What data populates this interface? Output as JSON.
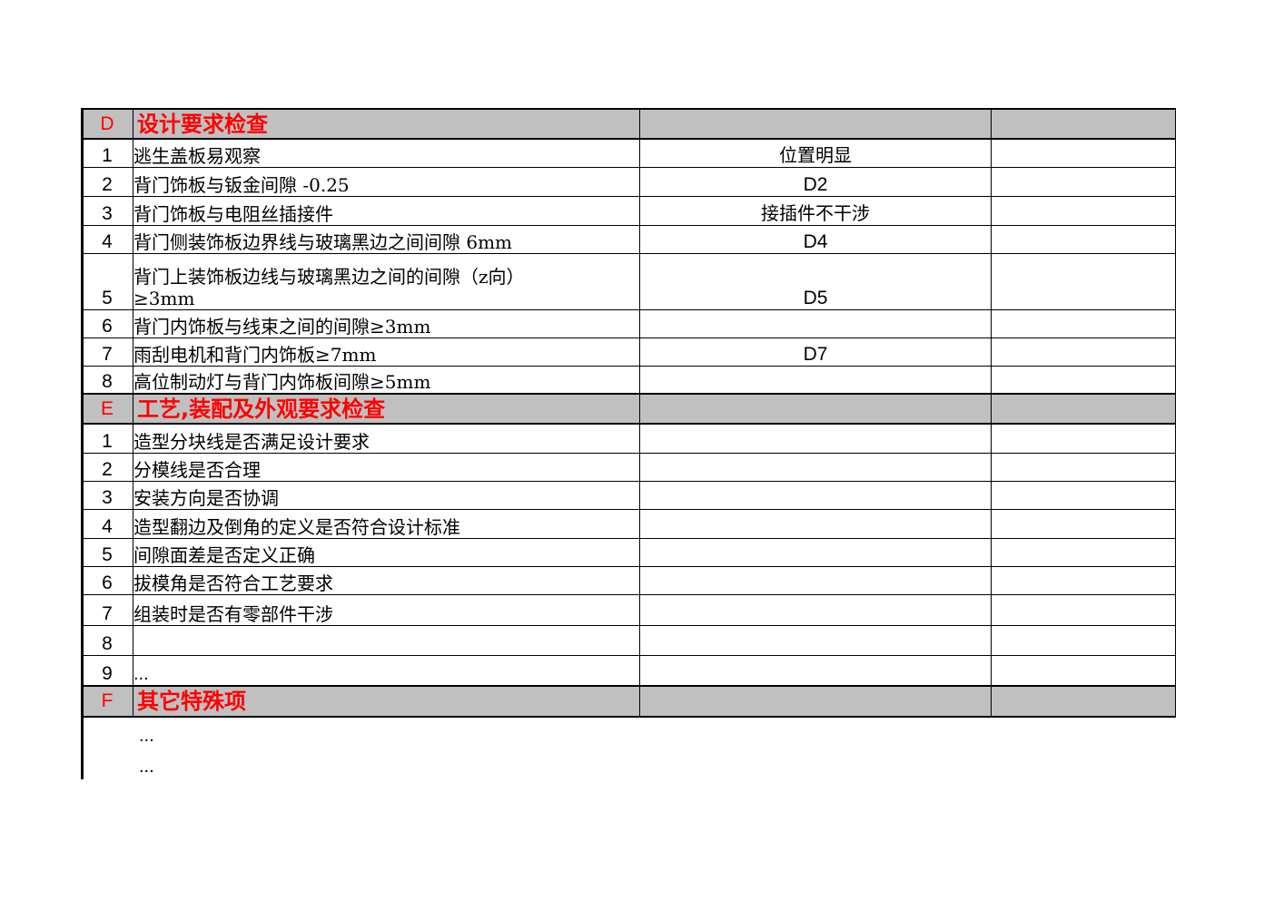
{
  "sections": [
    {
      "id": "D",
      "title": "设计要求检查",
      "rows": [
        {
          "no": "1",
          "item": "逃生盖板易观察",
          "note": "位置明显"
        },
        {
          "no": "2",
          "item": "背门饰板与钣金间隙 -0.25",
          "note": "D2"
        },
        {
          "no": "3",
          "item": "背门饰板与电阻丝插接件",
          "note": "接插件不干涉"
        },
        {
          "no": "4",
          "item": "背门侧装饰板边界线与玻璃黑边之间间隙 6mm",
          "note": "D4"
        },
        {
          "no": "5",
          "item": "背门上装饰板边线与玻璃黑边之间的间隙（z向）≥3mm",
          "note": "D5"
        },
        {
          "no": "6",
          "item": "背门内饰板与线束之间的间隙≥3mm",
          "note": ""
        },
        {
          "no": "7",
          "item": "雨刮电机和背门内饰板≥7mm",
          "note": "D7"
        },
        {
          "no": "8",
          "item": "高位制动灯与背门内饰板间隙≥5mm",
          "note": ""
        }
      ]
    },
    {
      "id": "E",
      "title": "工艺,装配及外观要求检查",
      "rows": [
        {
          "no": "1",
          "item": "造型分块线是否满足设计要求",
          "note": ""
        },
        {
          "no": "2",
          "item": "分模线是否合理",
          "note": ""
        },
        {
          "no": "3",
          "item": "安装方向是否协调",
          "note": ""
        },
        {
          "no": "4",
          "item": "造型翻边及倒角的定义是否符合设计标准",
          "note": ""
        },
        {
          "no": "5",
          "item": "间隙面差是否定义正确",
          "note": ""
        },
        {
          "no": "6",
          "item": "拔模角是否符合工艺要求",
          "note": ""
        },
        {
          "no": "7",
          "item": "组装时是否有零部件干涉",
          "note": ""
        },
        {
          "no": "8",
          "item": "",
          "note": ""
        },
        {
          "no": "9",
          "item": "...",
          "note": ""
        }
      ]
    },
    {
      "id": "F",
      "title": "其它特殊项",
      "rows": []
    }
  ],
  "tail": [
    "...",
    "..."
  ]
}
